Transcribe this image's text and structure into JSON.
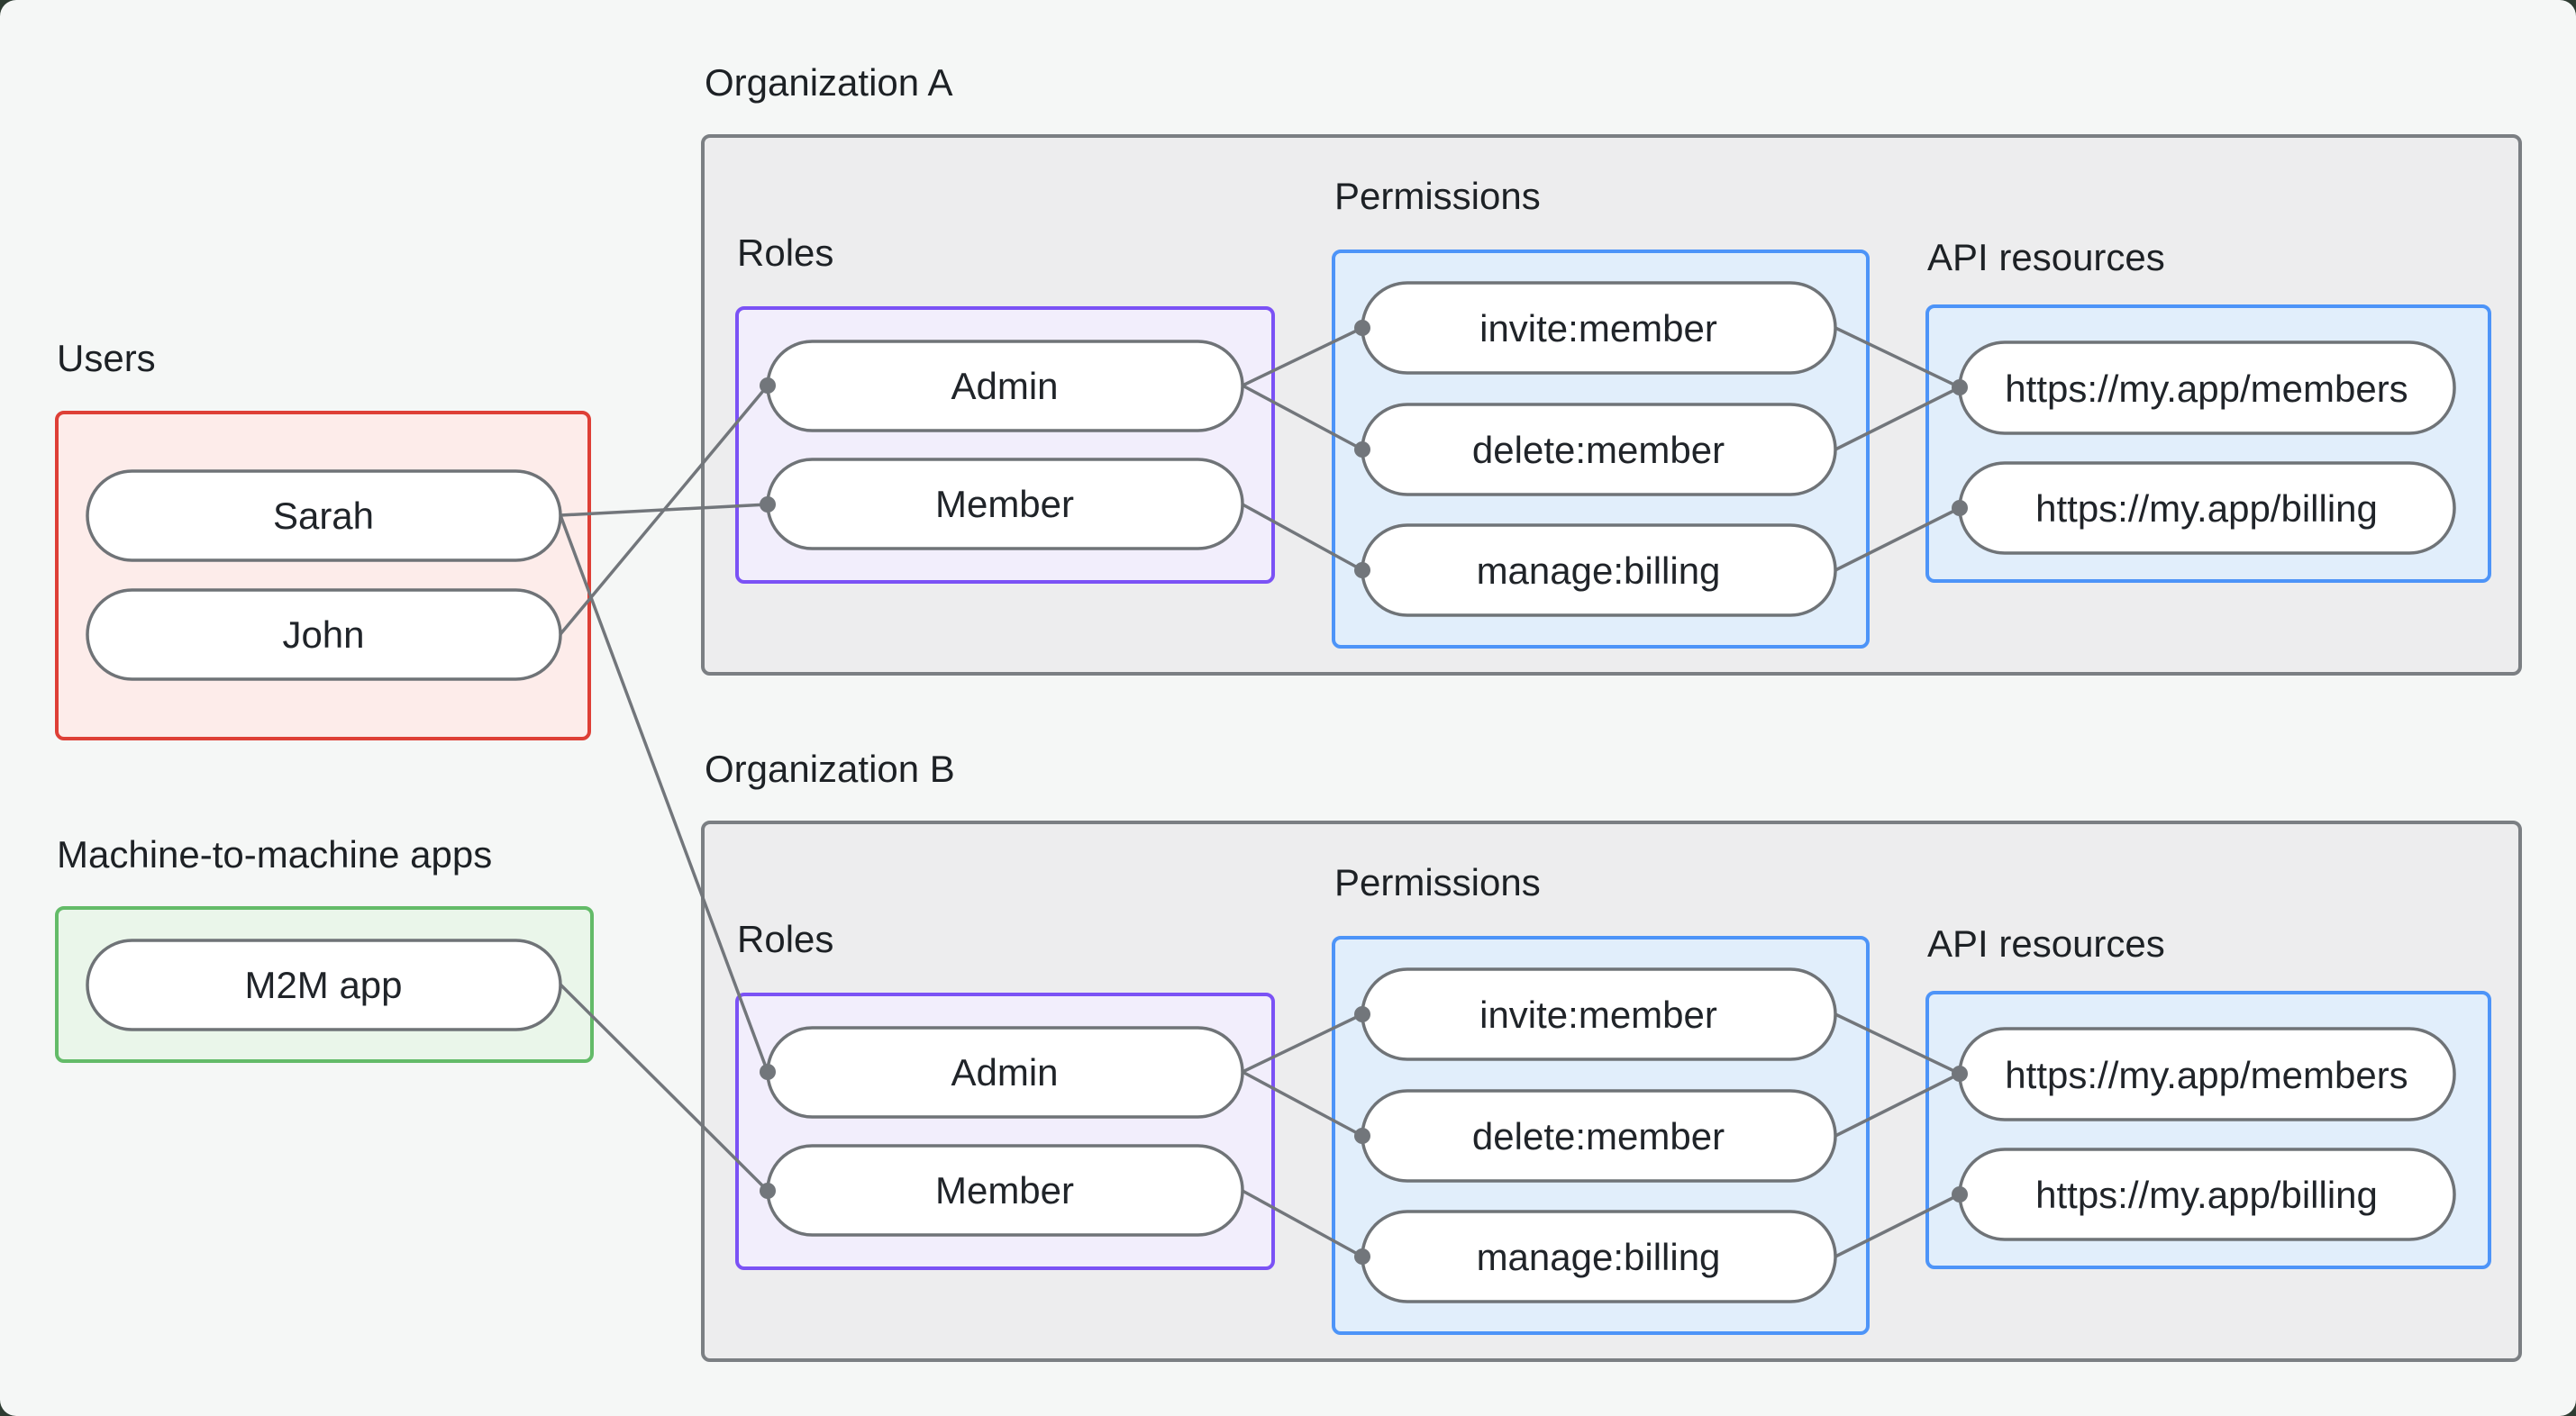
{
  "page": {
    "background": "#f5f7f6",
    "frame_color": "#2e3c32"
  },
  "users": {
    "title": "Users",
    "items": [
      "Sarah",
      "John"
    ],
    "border_color": "#de3f36",
    "fill_color": "#fdecea"
  },
  "m2m": {
    "title": "Machine-to-machine apps",
    "items": [
      "M2M app"
    ],
    "border_color": "#63bb68",
    "fill_color": "#eaf6ea"
  },
  "orgs": [
    {
      "title": "Organization A",
      "roles_label": "Roles",
      "permissions_label": "Permissions",
      "api_label": "API resources",
      "roles": [
        "Admin",
        "Member"
      ],
      "permissions": [
        "invite:member",
        "delete:member",
        "manage:billing"
      ],
      "api_resources": [
        "https://my.app/members",
        "https://my.app/billing"
      ]
    },
    {
      "title": "Organization B",
      "roles_label": "Roles",
      "permissions_label": "Permissions",
      "api_label": "API resources",
      "roles": [
        "Admin",
        "Member"
      ],
      "permissions": [
        "invite:member",
        "delete:member",
        "manage:billing"
      ],
      "api_resources": [
        "https://my.app/members",
        "https://my.app/billing"
      ]
    }
  ],
  "styles": {
    "org_box_fill": "#ededee",
    "org_box_border": "#7b7f83",
    "roles_box_fill": "#f2eefc",
    "roles_box_border": "#7b52f5",
    "blue_box_fill": "#e1eefb",
    "blue_box_border": "#4d94f8",
    "node_fill": "#ffffff",
    "node_border": "#6f7377",
    "edge_color": "#72767b",
    "text_color": "#202429"
  },
  "connections": [
    {
      "from": "Sarah",
      "to": "Organization A / Member"
    },
    {
      "from": "John",
      "to": "Organization A / Admin"
    },
    {
      "from": "Sarah",
      "to": "Organization B / Admin"
    },
    {
      "from": "M2M app",
      "to": "Organization B / Member"
    },
    {
      "from": "Organization A / Admin",
      "to": "Organization A / invite:member"
    },
    {
      "from": "Organization A / Admin",
      "to": "Organization A / delete:member"
    },
    {
      "from": "Organization A / Member",
      "to": "Organization A / manage:billing"
    },
    {
      "from": "Organization A / invite:member",
      "to": "Organization A / https://my.app/members"
    },
    {
      "from": "Organization A / delete:member",
      "to": "Organization A / https://my.app/members"
    },
    {
      "from": "Organization A / manage:billing",
      "to": "Organization A / https://my.app/billing"
    },
    {
      "from": "Organization B / Admin",
      "to": "Organization B / invite:member"
    },
    {
      "from": "Organization B / Admin",
      "to": "Organization B / delete:member"
    },
    {
      "from": "Organization B / Member",
      "to": "Organization B / manage:billing"
    },
    {
      "from": "Organization B / invite:member",
      "to": "Organization B / https://my.app/members"
    },
    {
      "from": "Organization B / delete:member",
      "to": "Organization B / https://my.app/members"
    },
    {
      "from": "Organization B / manage:billing",
      "to": "Organization B / https://my.app/billing"
    }
  ]
}
